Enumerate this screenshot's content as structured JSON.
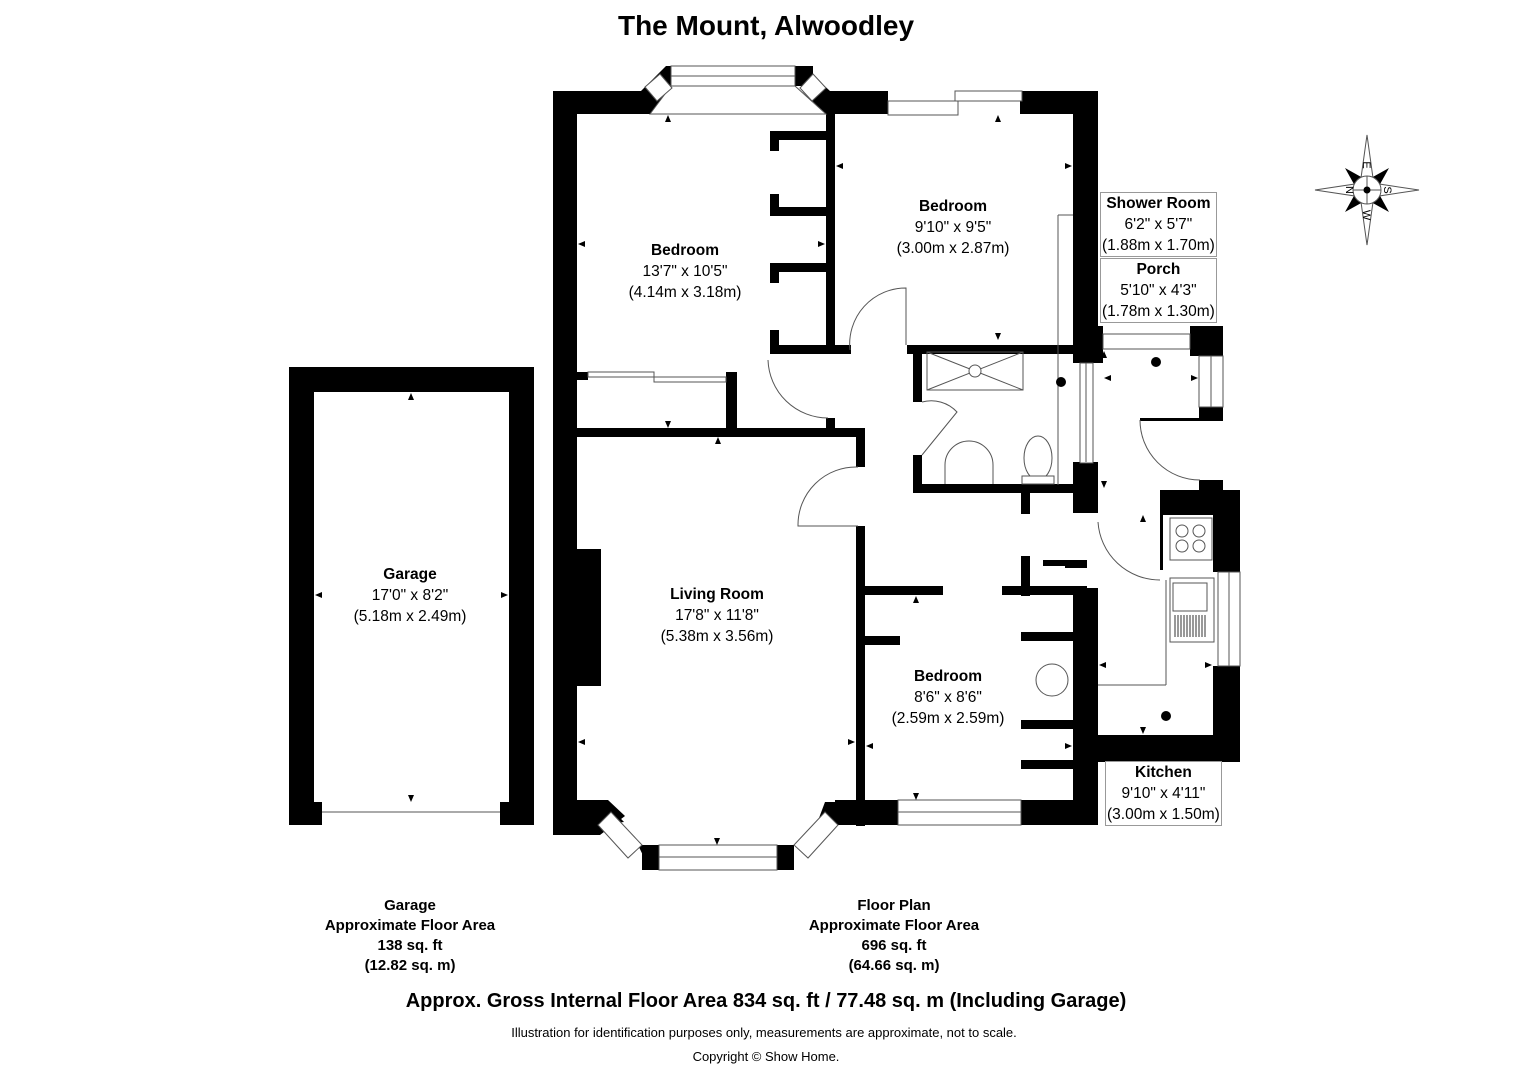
{
  "title": "The Mount, Alwoodley",
  "compass": {
    "labels": [
      "N",
      "E",
      "S",
      "W"
    ]
  },
  "rooms": {
    "bedroom_1": {
      "name": "Bedroom",
      "imperial": "13'7\" x 10'5\"",
      "metric": "(4.14m x 3.18m)"
    },
    "bedroom_2": {
      "name": "Bedroom",
      "imperial": "9'10\" x 9'5\"",
      "metric": "(3.00m x 2.87m)"
    },
    "bedroom_3": {
      "name": "Bedroom",
      "imperial": "8'6\" x 8'6\"",
      "metric": "(2.59m x 2.59m)"
    },
    "living_room": {
      "name": "Living Room",
      "imperial": "17'8\" x 11'8\"",
      "metric": "(5.38m x 3.56m)"
    },
    "shower_room": {
      "name": "Shower Room",
      "imperial": "6'2\" x 5'7\"",
      "metric": "(1.88m x 1.70m)"
    },
    "porch": {
      "name": "Porch",
      "imperial": "5'10\" x 4'3\"",
      "metric": "(1.78m x 1.30m)"
    },
    "kitchen": {
      "name": "Kitchen",
      "imperial": "9'10\" x 4'11\"",
      "metric": "(3.00m x 1.50m)"
    },
    "garage": {
      "name": "Garage",
      "imperial": "17'0\" x 8'2\"",
      "metric": "(5.18m x 2.49m)"
    }
  },
  "areas": {
    "garage": {
      "heading": "Garage",
      "label": "Approximate Floor Area",
      "sqft": "138 sq. ft",
      "sqm": "(12.82 sq. m)"
    },
    "floor_plan": {
      "heading": "Floor Plan",
      "label": "Approximate Floor Area",
      "sqft": "696 sq. ft",
      "sqm": "(64.66 sq. m)"
    }
  },
  "gross_area": "Approx. Gross Internal Floor Area 834 sq. ft / 77.48 sq. m (Including Garage)",
  "disclaimer": "Illustration for identification purposes only, measurements are approximate, not to scale.",
  "copyright": "Copyright © Show Home.",
  "colors": {
    "wall": "#000000",
    "line": "#555555",
    "background": "#ffffff"
  }
}
